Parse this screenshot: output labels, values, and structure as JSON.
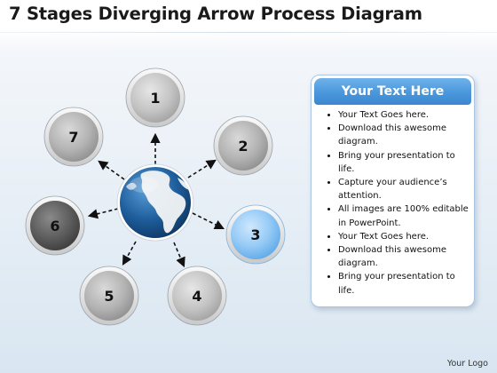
{
  "title": "7 Stages Diverging Arrow Process Diagram",
  "stages": [
    {
      "label": "1",
      "highlight": false
    },
    {
      "label": "2",
      "highlight": false
    },
    {
      "label": "3",
      "highlight": true
    },
    {
      "label": "4",
      "highlight": false
    },
    {
      "label": "5",
      "highlight": false
    },
    {
      "label": "6",
      "highlight": false
    },
    {
      "label": "7",
      "highlight": false
    }
  ],
  "panel": {
    "heading": "Your Text Here",
    "bullets": [
      "Your Text Goes here.",
      "Download this awesome diagram.",
      "Bring your presentation to life.",
      "Capture your audience’s attention.",
      "All images are 100% editable in PowerPoint.",
      "Your Text Goes here.",
      "Download this awesome diagram.",
      "Bring your presentation to life."
    ]
  },
  "footer": {
    "logo_text": "Your Logo"
  },
  "colors": {
    "accent": "#4a97dc",
    "highlight_stage": "#8cc4f3",
    "grey_stage": "#a8a8a8",
    "dark_stage": "#555555",
    "globe_ocean": "#1f5f9e",
    "globe_land": "#f2f4f6"
  },
  "center": {
    "icon": "globe-icon"
  }
}
